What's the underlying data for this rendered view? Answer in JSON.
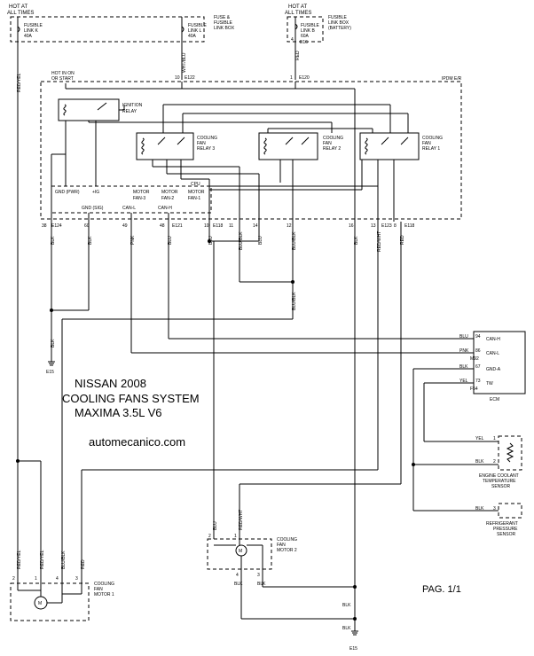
{
  "title": {
    "line1": "NISSAN 2008",
    "line2": "COOLING FANS SYSTEM",
    "line3": "MAXIMA 3.5L V6"
  },
  "website": "automecanico.com",
  "page": "PAG. 1/1",
  "power": {
    "hot1": "HOT AT",
    "hot2": "ALL TIMES",
    "fuse_k1": "FUSIBLE",
    "fuse_k2": "LINK K",
    "fuse_k3": "40A",
    "fuse_l1": "FUSIBLE",
    "fuse_l2": "LINK L",
    "fuse_l3": "40A",
    "box1": "FUSE &",
    "box2": "FUSIBLE",
    "box3": "LINK BOX",
    "fuse_b1": "FUSIBLE",
    "fuse_b2": "LINK B",
    "fuse_b3": "60A",
    "bat1": "FUSIBLE",
    "bat2": "LINK BOX",
    "bat3": "(BATTERY)",
    "e16": "E16",
    "e122": "E122",
    "e120": "E120",
    "pin4": "4",
    "pin10": "10",
    "pin1": "1",
    "wht_blu": "WHT/BLU",
    "red": "RED",
    "red_yel": "RED/YEL"
  },
  "ipdm": {
    "label": "IPDM E/R",
    "hot_on1": "HOT IN ON",
    "hot_on2": "OR START",
    "ign1": "IGNITION",
    "ign2": "RELAY",
    "cf": "COOLING",
    "fan": "FAN",
    "r3": "RELAY 3",
    "r2": "RELAY 2",
    "r1": "RELAY 1",
    "gnd_pwr": "GND (PWR)",
    "ig": "+IG",
    "motor": "MOTOR",
    "fan3": "FAN-3",
    "fan2": "FAN-2",
    "fan1": "FAN-1",
    "cpu": "CPU",
    "gnd_sig": "GND (SIG)",
    "canl": "CAN-L",
    "canh": "CAN-H"
  },
  "pins": [
    "38",
    "60",
    "49",
    "48",
    "10",
    "11",
    "14",
    "12",
    "16",
    "13",
    "8"
  ],
  "conns": {
    "e124": "E124",
    "e121": "E121",
    "e118": "E118",
    "e123": "E123",
    "e15": "E15"
  },
  "wires": {
    "blk": "BLK",
    "pnk": "PNK",
    "blu": "BLU",
    "blu_blk": "BLU/BLK",
    "red_wht": "RED/WHT",
    "red": "RED",
    "yel": "YEL",
    "red_yel": "RED/YEL"
  },
  "ecm": {
    "label": "ECM",
    "p94": "94",
    "p86": "86",
    "p67": "67",
    "p73": "73",
    "canh": "CAN-H",
    "canl": "CAN-L",
    "gnda": "GND-A",
    "tw": "TW",
    "m92": "M92",
    "f54": "F54"
  },
  "ect": {
    "l1": "ENGINE COOLANT",
    "l2": "TEMPERATURE",
    "l3": "SENSOR",
    "p1": "1",
    "p2": "2"
  },
  "rps": {
    "l1": "REFRIGERANT",
    "l2": "PRESSURE",
    "l3": "SENSOR",
    "p3": "3"
  },
  "motor1": {
    "l1": "COOLING",
    "l2": "FAN",
    "l3": "MOTOR 1",
    "p2": "2",
    "p1": "1",
    "p4": "4",
    "p3": "3"
  },
  "motor2": {
    "l1": "COOLING",
    "l2": "FAN",
    "l3": "MOTOR 2",
    "p2": "2",
    "p1": "1",
    "p4": "4",
    "p3": "3"
  }
}
